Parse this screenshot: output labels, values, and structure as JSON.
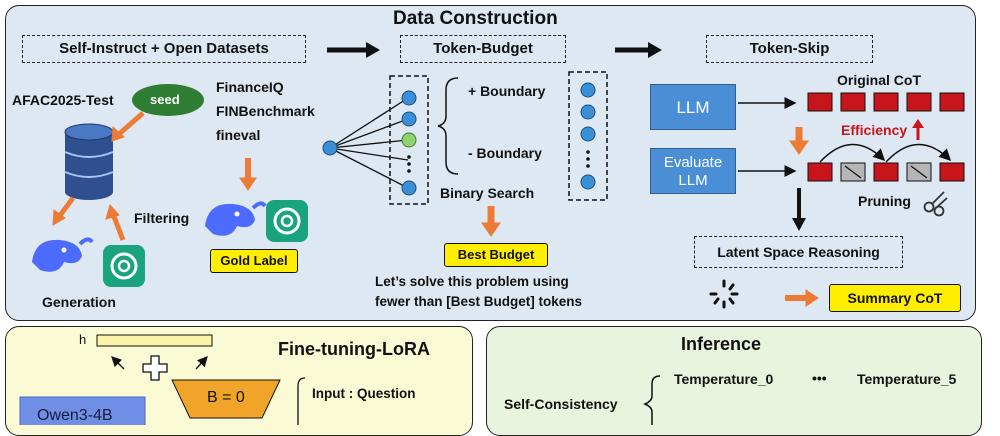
{
  "data_construction": {
    "title": "Data Construction",
    "sources": "Self-Instruct  +  Open Datasets",
    "token_budget": "Token-Budget",
    "token_skip": "Token-Skip",
    "afac": "AFAC2025-Test",
    "seed": "seed",
    "datasets": [
      "FinanceIQ",
      "FINBenchmark",
      "fineval"
    ],
    "filtering": "Filtering",
    "generation": "Generation",
    "gold_label": "Gold Label",
    "plus_boundary": "+ Boundary",
    "minus_boundary": "- Boundary",
    "binary_search": "Binary Search",
    "best_budget": "Best Budget",
    "prompt_line1": "Let’s solve this problem using",
    "prompt_line2": "fewer than [Best Budget] tokens",
    "llm": "LLM",
    "evaluate_llm_1": "Evaluate",
    "evaluate_llm_2": "LLM",
    "original_cot": "Original CoT",
    "efficiency": "Efficiency",
    "pruning": "Pruning",
    "latent_space": "Latent Space Reasoning",
    "summary_cot": "Summary CoT"
  },
  "finetuning": {
    "title": "Fine-tuning-LoRA",
    "h": "h",
    "b_matrix": "B = 0",
    "input_label": "Input  :  Question",
    "model": "Owen3-4B"
  },
  "inference": {
    "title": "Inference",
    "self_consistency": "Self-Consistency",
    "temp_first": "Temperature_0",
    "dots": "•••",
    "temp_last": "Temperature_5"
  },
  "colors": {
    "panel_blue": "#dde8f3",
    "panel_yellow": "#fafad4",
    "panel_green": "#e9f4df",
    "node_blue": "#3b8fd6",
    "node_green": "#8fd36e",
    "cot_red": "#c8151b",
    "arrow_orange": "#ee7b35",
    "label_yellow": "#ffee00",
    "llm_blue": "#4a8fd6",
    "seed_green": "#2e7d32"
  },
  "icons": [
    "database-icon",
    "whale-logo-icon",
    "openai-logo-icon",
    "scissors-icon",
    "spinner-icon"
  ]
}
